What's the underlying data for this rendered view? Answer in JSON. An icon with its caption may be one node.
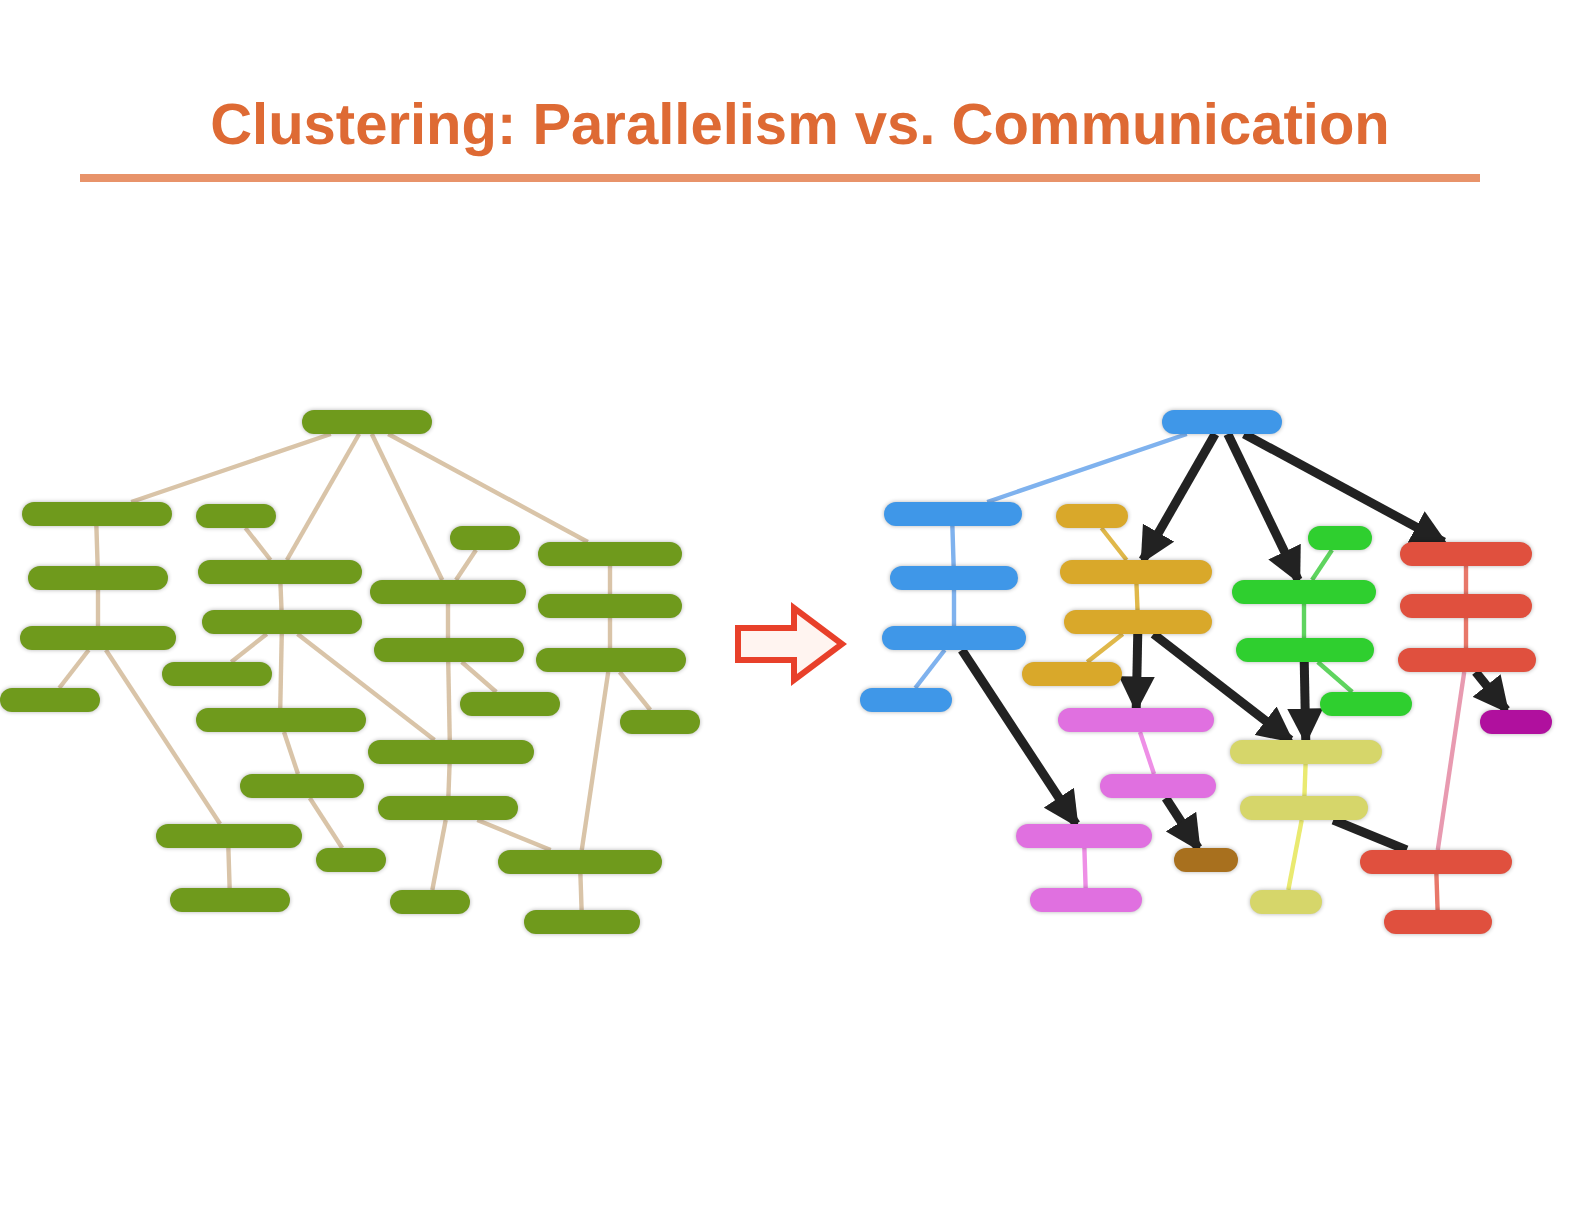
{
  "diagram": {
    "title": "Clustering: Parallelism vs. Communication",
    "nodes": [
      {
        "text": [],
        "shape": "picture"
      },
      {
        "text": [],
        "shape": "box",
        "in": 0
      },
      {
        "text": [],
        "shape": "box",
        "in": 0
      },
      {
        "text": [],
        "shape": "box",
        "in": 0
      },
      {
        "text": [],
        "shape": "box",
        "in": 0
      },
      {
        "text": [],
        "shape": "box",
        "in": 0
      },
      {
        "text": [],
        "shape": "box",
        "in": 0
      },
      {
        "text": [],
        "shape": "box",
        "in": 0
      },
      {
        "text": [],
        "shape": "box",
        "in": 0
      },
      {
        "text": [],
        "shape": "box",
        "in": 0
      },
      {
        "text": [],
        "shape": "box",
        "in": 0
      },
      {
        "text": [],
        "shape": "box",
        "in": 0
      },
      {
        "text": [],
        "shape": "box",
        "in": 0
      },
      {
        "text": [],
        "shape": "box",
        "in": 0
      },
      {
        "text": [],
        "shape": "box",
        "in": 0
      },
      {
        "text": [],
        "shape": "box",
        "in": 0
      },
      {
        "text": [],
        "shape": "box",
        "in": 0
      },
      {
        "text": [],
        "shape": "box",
        "in": 0
      },
      {
        "text": [],
        "shape": "box",
        "in": 0
      },
      {
        "text": [],
        "shape": "box",
        "in": 0
      },
      {
        "text": [],
        "shape": "box",
        "in": 0
      },
      {
        "text": [],
        "shape": "box",
        "in": 0
      },
      {
        "text": [],
        "shape": "box",
        "in": 0
      },
      {
        "text": [],
        "shape": "box",
        "in": 0
      },
      {
        "text": [],
        "shape": "box",
        "in": 0
      },
      {
        "text": [],
        "shape": "box",
        "in": 0
      },
      {
        "text": [],
        "shape": "box",
        "in": 0
      },
      {
        "text": [],
        "shape": "box",
        "in": 0
      },
      {
        "text": [],
        "shape": "picture"
      },
      {
        "text": [],
        "shape": "box",
        "in": 28
      },
      {
        "text": [],
        "shape": "box",
        "in": 28
      },
      {
        "text": [],
        "shape": "box",
        "in": 28
      },
      {
        "text": [],
        "shape": "box",
        "in": 28
      },
      {
        "text": [],
        "shape": "box",
        "in": 28
      },
      {
        "text": [],
        "shape": "box",
        "in": 28
      },
      {
        "text": [],
        "shape": "box",
        "in": 28
      },
      {
        "text": [],
        "shape": "box",
        "in": 28
      },
      {
        "text": [],
        "shape": "box",
        "in": 28
      },
      {
        "text": [],
        "shape": "box",
        "in": 28
      },
      {
        "text": [],
        "shape": "box",
        "in": 28
      },
      {
        "text": [],
        "shape": "box",
        "in": 28
      },
      {
        "text": [],
        "shape": "box",
        "in": 28
      },
      {
        "text": [],
        "shape": "box",
        "in": 28
      },
      {
        "text": [],
        "shape": "box",
        "in": 28
      },
      {
        "text": [],
        "shape": "box",
        "in": 28
      },
      {
        "text": [],
        "shape": "box",
        "in": 28
      },
      {
        "text": [],
        "shape": "box",
        "in": 28
      },
      {
        "text": [],
        "shape": "box",
        "in": 28
      },
      {
        "text": [],
        "shape": "box",
        "in": 28
      },
      {
        "text": [],
        "shape": "box",
        "in": 28
      },
      {
        "text": [],
        "shape": "box",
        "in": 28
      },
      {
        "text": [],
        "shape": "box",
        "in": 28
      },
      {
        "text": [],
        "shape": "box",
        "in": 28
      },
      {
        "text": [],
        "shape": "box",
        "in": 28
      },
      {
        "text": [],
        "shape": "box",
        "in": 28
      },
      {
        "text": [],
        "shape": "box",
        "in": 28
      }
    ],
    "edges": [
      {
        "from": 1,
        "to": 2,
        "arrow": "none"
      },
      {
        "from": 1,
        "to": 7,
        "arrow": "none"
      },
      {
        "from": 1,
        "to": 11,
        "arrow": "none"
      },
      {
        "from": 1,
        "to": 10,
        "arrow": "none"
      },
      {
        "from": 2,
        "to": 4,
        "arrow": "none"
      },
      {
        "from": 4,
        "to": 5,
        "arrow": "none"
      },
      {
        "from": 5,
        "to": 6,
        "arrow": "none"
      },
      {
        "from": 5,
        "to": 22,
        "arrow": "none"
      },
      {
        "from": 3,
        "to": 7,
        "arrow": "none"
      },
      {
        "from": 7,
        "to": 8,
        "arrow": "none"
      },
      {
        "from": 8,
        "to": 15,
        "arrow": "none"
      },
      {
        "from": 8,
        "to": 16,
        "arrow": "none"
      },
      {
        "from": 8,
        "to": 19,
        "arrow": "none"
      },
      {
        "from": 20,
        "to": 23,
        "arrow": "none"
      },
      {
        "from": 9,
        "to": 11,
        "arrow": "none"
      },
      {
        "from": 11,
        "to": 12,
        "arrow": "none"
      },
      {
        "from": 12,
        "to": 17,
        "arrow": "none"
      },
      {
        "from": 12,
        "to": 19,
        "arrow": "none"
      },
      {
        "from": 16,
        "to": 20,
        "arrow": "none"
      },
      {
        "from": 19,
        "to": 21,
        "arrow": "none"
      },
      {
        "from": 21,
        "to": 26,
        "arrow": "none"
      },
      {
        "from": 10,
        "to": 13,
        "arrow": "none"
      },
      {
        "from": 13,
        "to": 14,
        "arrow": "none"
      },
      {
        "from": 14,
        "to": 18,
        "arrow": "none"
      },
      {
        "from": 14,
        "to": 24,
        "arrow": "none"
      },
      {
        "from": 22,
        "to": 25,
        "arrow": "none"
      },
      {
        "from": 24,
        "to": 27,
        "arrow": "none"
      },
      {
        "from": 21,
        "to": 24,
        "arrow": "none"
      },
      {
        "from": 29,
        "to": 30,
        "arrow": "none",
        "color": "#7fb2ee"
      },
      {
        "from": 29,
        "to": 35,
        "arrow": "to",
        "style": "thick",
        "color": "#222222"
      },
      {
        "from": 29,
        "to": 39,
        "arrow": "to",
        "style": "thick",
        "color": "#222222"
      },
      {
        "from": 29,
        "to": 38,
        "arrow": "to",
        "style": "thick",
        "color": "#222222"
      },
      {
        "from": 30,
        "to": 32,
        "arrow": "none",
        "color": "#7fb2ee"
      },
      {
        "from": 32,
        "to": 33,
        "arrow": "none",
        "color": "#7fb2ee"
      },
      {
        "from": 33,
        "to": 34,
        "arrow": "none",
        "color": "#7fb2ee"
      },
      {
        "from": 33,
        "to": 50,
        "arrow": "to",
        "style": "thick",
        "color": "#222222"
      },
      {
        "from": 31,
        "to": 35,
        "arrow": "none",
        "color": "#e0b84a"
      },
      {
        "from": 35,
        "to": 36,
        "arrow": "none",
        "color": "#e0b84a"
      },
      {
        "from": 36,
        "to": 43,
        "arrow": "none",
        "color": "#e0b84a"
      },
      {
        "from": 36,
        "to": 44,
        "arrow": "to",
        "style": "thick",
        "color": "#222222"
      },
      {
        "from": 36,
        "to": 47,
        "arrow": "to",
        "style": "thick",
        "color": "#222222"
      },
      {
        "from": 48,
        "to": 51,
        "arrow": "to",
        "style": "thick",
        "color": "#222222"
      },
      {
        "from": 37,
        "to": 39,
        "arrow": "none",
        "color": "#5fd45f"
      },
      {
        "from": 39,
        "to": 40,
        "arrow": "none",
        "color": "#5fd45f"
      },
      {
        "from": 40,
        "to": 45,
        "arrow": "none",
        "color": "#5fd45f"
      },
      {
        "from": 40,
        "to": 47,
        "arrow": "to",
        "style": "thick",
        "color": "#222222"
      },
      {
        "from": 44,
        "to": 48,
        "arrow": "none",
        "color": "#ee8fe6"
      },
      {
        "from": 47,
        "to": 49,
        "arrow": "none",
        "color": "#eaea70"
      },
      {
        "from": 49,
        "to": 54,
        "arrow": "none",
        "color": "#eaea70"
      },
      {
        "from": 38,
        "to": 41,
        "arrow": "none",
        "color": "#e8786a"
      },
      {
        "from": 41,
        "to": 42,
        "arrow": "none",
        "color": "#e8786a"
      },
      {
        "from": 42,
        "to": 46,
        "arrow": "to",
        "style": "thick",
        "color": "#222222"
      },
      {
        "from": 42,
        "to": 52,
        "arrow": "none",
        "color": "#e89ab0"
      },
      {
        "from": 50,
        "to": 53,
        "arrow": "none",
        "color": "#ee8fe6"
      },
      {
        "from": 52,
        "to": 55,
        "arrow": "none",
        "color": "#e8786a"
      },
      {
        "from": 49,
        "to": 52,
        "arrow": "none",
        "style": "thick",
        "color": "#222222"
      },
      {
        "from": 0,
        "to": 28,
        "arrow": "to",
        "style": "thick",
        "color": "#e8402a"
      }
    ]
  }
}
